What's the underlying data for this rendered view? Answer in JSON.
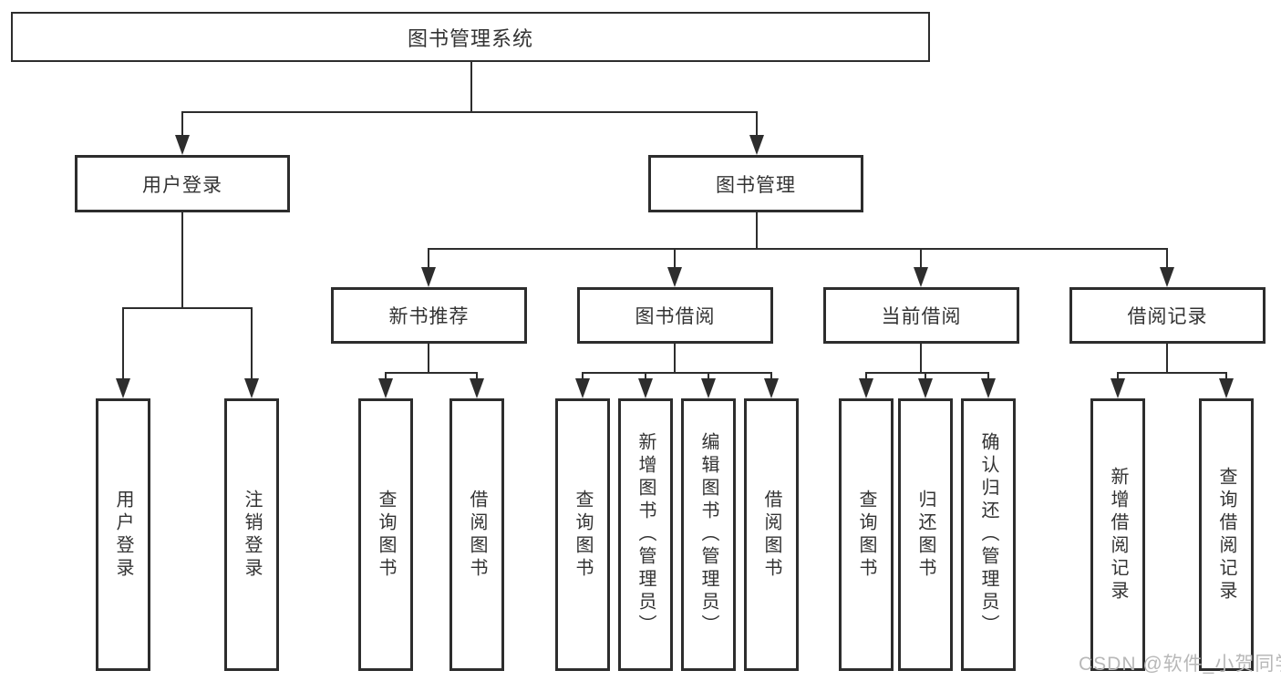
{
  "diagram_title": "图书管理系统",
  "nodes": {
    "root": "图书管理系统",
    "user_login": {
      "label": "用户登录",
      "children": [
        "用户登录",
        "注销登录"
      ]
    },
    "book_management": {
      "label": "图书管理",
      "sections": {
        "new_book_recommend": {
          "label": "新书推荐",
          "children": [
            "查询图书",
            "借阅图书"
          ]
        },
        "book_borrowing": {
          "label": "图书借阅",
          "children": [
            "查询图书",
            "新增图书（管理员）",
            "编辑图书（管理员）",
            "借阅图书"
          ]
        },
        "current_borrowing": {
          "label": "当前借阅",
          "children": [
            "查询图书",
            "归还图书",
            "确认归还（管理员）"
          ]
        },
        "borrowing_records": {
          "label": "借阅记录",
          "children": [
            "新增借阅记录",
            "查询借阅记录"
          ]
        }
      }
    }
  },
  "watermark": {
    "text": "CSDN @软件_小贺同学",
    "color": "#b8b8b8"
  },
  "colors": {
    "line": "#2d2d2d",
    "text": "#333333",
    "background": "#ffffff"
  }
}
